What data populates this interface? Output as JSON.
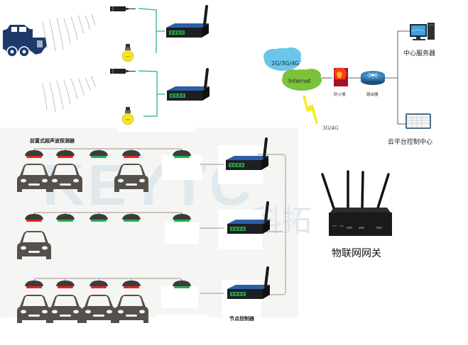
{
  "diagram": {
    "top_left": {
      "vehicle": "jeep",
      "rows": [
        {
          "sensor": "ultrasonic-sensor",
          "light": "indicator-bulb",
          "device": "node-controller"
        },
        {
          "sensor": "ultrasonic-sensor",
          "light": "indicator-bulb",
          "device": "node-controller"
        }
      ]
    },
    "network": {
      "cloud_mobile": "2G/3G/4G",
      "cloud_internet": "Internet",
      "wireless_label": "3G/4G",
      "firewall_label": "防火墙",
      "router_label": "路由器",
      "server_label": "中心服务器",
      "cloud_control_label": "云平台控制中心"
    },
    "parking": {
      "detector_label": "前置式超声波探测器",
      "controller_label": "节点控制器",
      "watermark_en": "KEYTC",
      "watermark_cn": "科拓",
      "rows": [
        {
          "sensors": [
            "red",
            "red",
            "green",
            "red",
            "green"
          ],
          "cars": [
            true,
            true,
            false,
            true,
            false
          ]
        },
        {
          "sensors": [
            "red",
            "green",
            "green",
            "green",
            "green"
          ],
          "cars": [
            true,
            false,
            false,
            false,
            false
          ]
        },
        {
          "sensors": [
            "red",
            "red",
            "red",
            "red",
            "green"
          ],
          "cars": [
            true,
            true,
            true,
            true,
            false
          ]
        }
      ],
      "colors": {
        "red": "#e52520",
        "green": "#1fb34a",
        "car": "#54504c",
        "sensor": "#3a3d3c"
      }
    },
    "gateway": {
      "label": "物联网网关"
    }
  }
}
